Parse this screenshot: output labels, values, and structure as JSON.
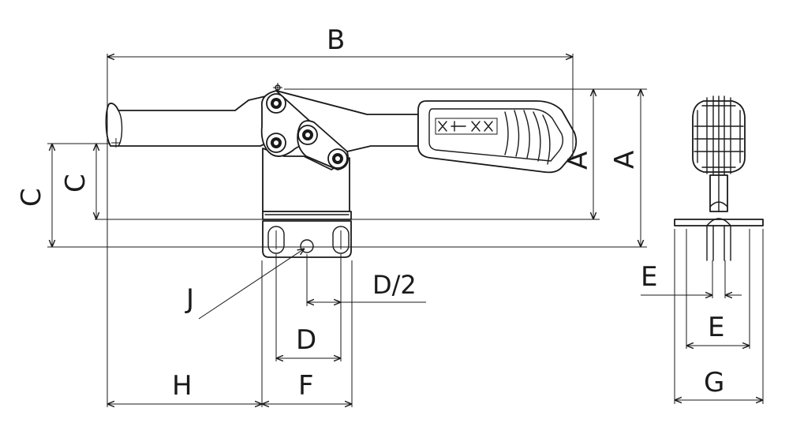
{
  "labels": {
    "A": "A",
    "B": "B",
    "C": "C",
    "D": "D",
    "D_half": "D/2",
    "E": "E",
    "F": "F",
    "G": "G",
    "H": "H",
    "J": "J"
  }
}
